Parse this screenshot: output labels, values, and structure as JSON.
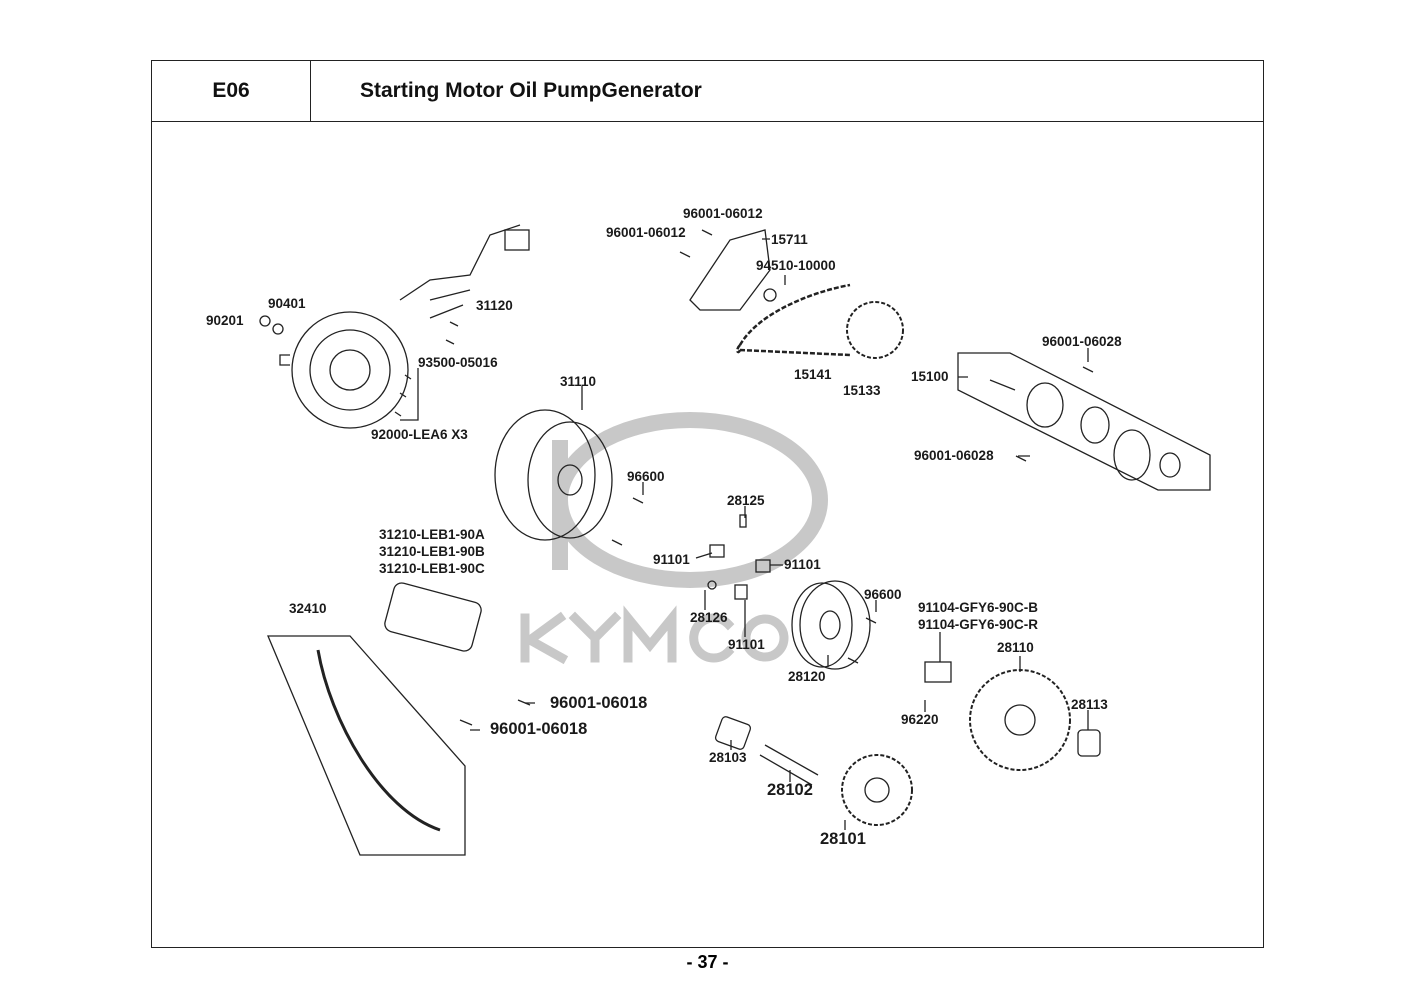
{
  "header": {
    "code": "E06",
    "title": "Starting Motor  Oil PumpGenerator"
  },
  "watermark": {
    "logo_text": "KYMCO",
    "color": "#c8c8c8"
  },
  "labels": [
    "96001-06012",
    "15711",
    "96001-06012",
    "94510-10000",
    "90401",
    "90201",
    "31120",
    "93500-05016",
    "92000-LEA6 X3",
    "31110",
    "15141",
    "15133",
    "15100",
    "96001-06028",
    "96001-06028",
    "96600",
    "28125",
    "31210-LEB1-90A",
    "31210-LEB1-90B",
    "31210-LEB1-90C",
    "91101",
    "91101",
    "28126",
    "91101",
    "96600",
    "91104-GFY6-90C-B",
    "91104-GFY6-90C-R",
    "32410",
    "28110",
    "28120",
    "96001-06018",
    "96001-06018",
    "28113",
    "96220",
    "28103",
    "28102",
    "28101"
  ],
  "footer": {
    "page_number": "- 37 -"
  }
}
